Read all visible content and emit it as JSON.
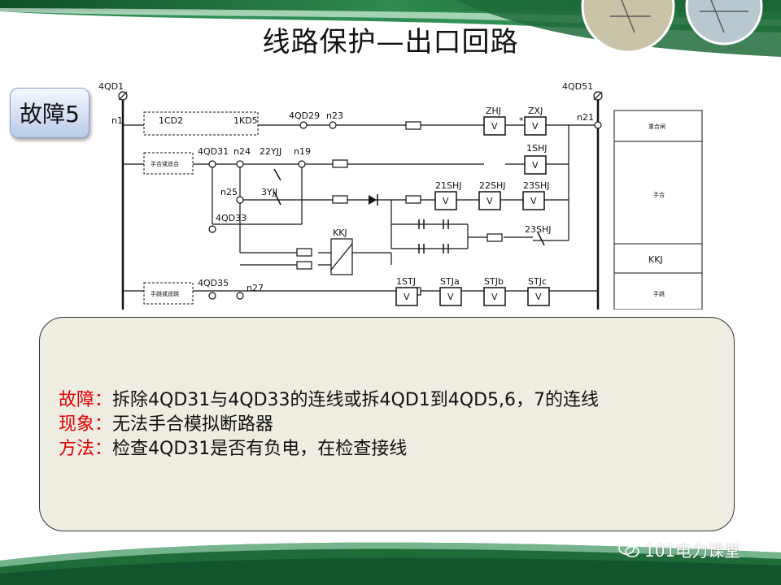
{
  "title": "线路保护—出口回路",
  "badge": "故障5",
  "diagram": {
    "labels": {
      "qd1": "4QD1",
      "n1": "n1",
      "lcd2": "1CD2",
      "lkd5": "1KD5",
      "qd29": "4QD29",
      "n23": "n23",
      "zhj": "ZHJ",
      "star": "*",
      "zxj": "ZXJ",
      "n21": "n21",
      "qd51": "4QD51",
      "qd31": "4QD31",
      "n24": "n24",
      "yjj22": "22YJJ",
      "n19": "n19",
      "shj1": "1SHJ",
      "n25": "n25",
      "yjj3": "3YJJ",
      "shj21": "21SHJ",
      "shj22": "22SHJ",
      "shj23": "23SHJ",
      "qd33": "4QD33",
      "shj23b": "23SHJ",
      "kkj": "KKJ",
      "qd35": "4QD35",
      "n27": "n27",
      "stj1": "1STJ",
      "stja": "STJa",
      "stjb": "STJb",
      "stjc": "STJc",
      "box_shouhe": "手合或遥合",
      "box_shoutiao": "手跳或遥跳",
      "relay_v": "V",
      "right_chonghe": "重合闸",
      "right_shouhe": "手合",
      "right_kkj": "KKJ",
      "right_shoutiao": "手跳"
    }
  },
  "panel": {
    "line1_label": "故障：",
    "line1_text": "拆除4QD31与4QD33的连线或拆4QD1到4QD5,6，7的连线",
    "line2_label": "现象：",
    "line2_text": "无法手合模拟断路器",
    "line3_label": "方法：",
    "line3_text": "检查4QD31是否有负电，在检查接线"
  },
  "watermark": "101电力课堂",
  "colors": {
    "label_red": "#e00000",
    "panel_bg": "#efede2",
    "band_green": "#1f6b3a"
  }
}
